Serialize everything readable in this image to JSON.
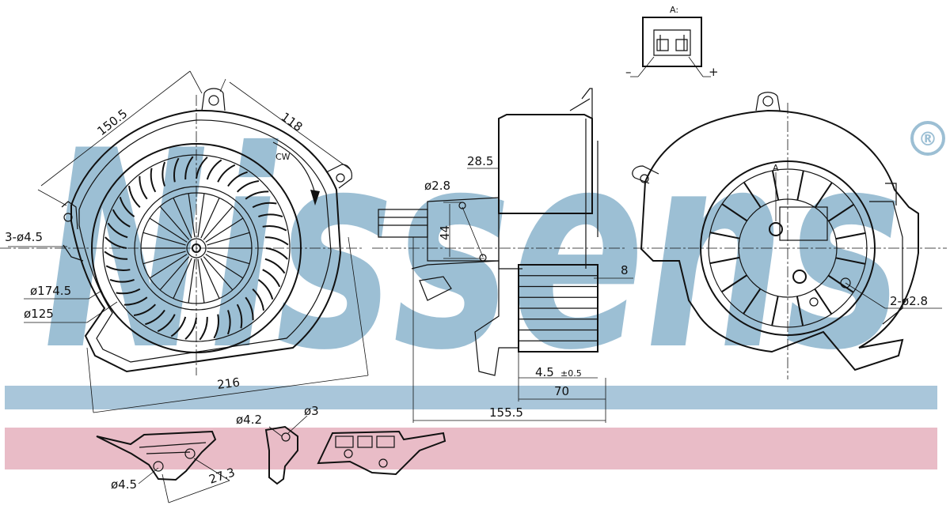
{
  "brand": {
    "logo_text": "Nissens",
    "registered_mark": "®"
  },
  "colors": {
    "watermark": "#9cbfd4",
    "band_blue": "#a9c6da",
    "band_pink": "#e9bcc7",
    "line": "#111111"
  },
  "front_view": {
    "dim_top_left": "150.5",
    "dim_top_right": "118",
    "rotation": "CW",
    "mount_holes": "3-ø4.5",
    "outer_diameter": "ø174.5",
    "inner_diameter": "ø125",
    "width": "216"
  },
  "side_view": {
    "dim_top": "28.5",
    "hole": "ø2.8",
    "height": "44",
    "offset": "8",
    "spacing": "4.5",
    "spacing_tol": "±0.5",
    "depth": "70",
    "total_length": "155.5"
  },
  "rear_view": {
    "detail_ref": "A",
    "holes": "2-ø2.8"
  },
  "detail_a": {
    "label": "A:",
    "minus": "–",
    "plus": "+"
  },
  "bracket": {
    "hole_large": "ø4.2",
    "hole_small": "ø3",
    "hole_left": "ø4.5",
    "offset": "27.3"
  }
}
